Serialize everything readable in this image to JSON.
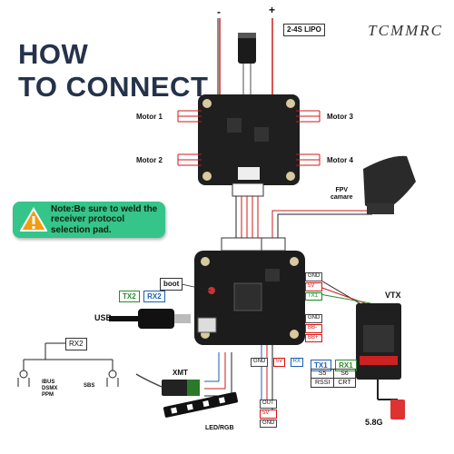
{
  "header": {
    "title_line1": "HOW",
    "title_line2": "TO CONNECT",
    "brand": "TCMMRC"
  },
  "battery": {
    "minus": "-",
    "plus": "+",
    "label": "2-4S LIPO"
  },
  "motors": {
    "m1": "Motor 1",
    "m2": "Motor 2",
    "m3": "Motor 3",
    "m4": "Motor 4"
  },
  "camera": {
    "label_line1": "FPV",
    "label_line2": "camare"
  },
  "note": {
    "text": "Note:Be sure to weld the receiver protocol selection pad."
  },
  "fc": {
    "boot": "boot",
    "tx2": "TX2",
    "rx2": "RX2",
    "usb": "USB",
    "right_pads": [
      "GND",
      "5V",
      "TX1"
    ],
    "right_pads2": [
      "GND",
      "BB-",
      "BB+"
    ],
    "bottom_pads": [
      "GND",
      "5V",
      "RX"
    ]
  },
  "vtx": {
    "label": "VTX",
    "freq": "5.8G",
    "tx1": "TX1",
    "rx1": "RX1",
    "table": [
      [
        "S5",
        "S6"
      ],
      [
        "RSSI",
        "CRT"
      ]
    ]
  },
  "receiver": {
    "xmt": "XMT",
    "ibus": "IBUS",
    "dsmx": "DSMX",
    "ppm": "PPM",
    "sbs": "SBS",
    "rx": "RX2"
  },
  "led": {
    "label": "LED/RGB",
    "pads": [
      "OUT",
      "5V",
      "GND"
    ]
  },
  "colors": {
    "title": "#25324a",
    "note_bg": "#35c48a",
    "wire_red": "#d11a1a",
    "wire_black": "#222222",
    "pad_green": "#2a8a2a",
    "pad_blue": "#1a5fb4"
  }
}
